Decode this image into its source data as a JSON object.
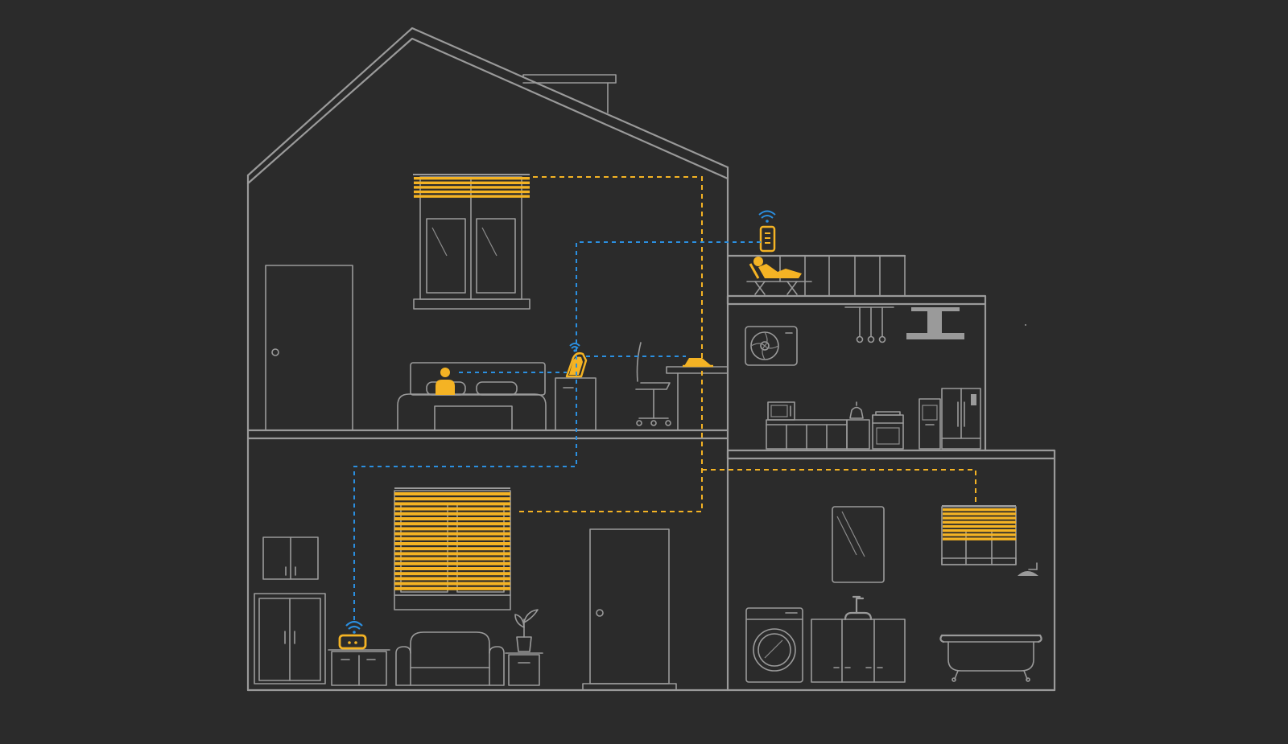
{
  "colors": {
    "background": "#2b2b2b",
    "line": "#9a9a9a",
    "accent_yellow": "#f4b324",
    "accent_blue": "#2b8fe0"
  },
  "devices": [
    {
      "icon": "smart-blind-icon",
      "room": "bedroom",
      "state": "closed"
    },
    {
      "icon": "smart-blind-icon",
      "room": "living-room",
      "state": "closed"
    },
    {
      "icon": "smart-blind-icon",
      "room": "bathroom",
      "state": "closed"
    },
    {
      "icon": "smart-speaker-icon",
      "room": "bedroom"
    },
    {
      "icon": "wifi-hub-icon",
      "room": "living-room"
    },
    {
      "icon": "smartphone-icon",
      "room": "terrace"
    },
    {
      "icon": "bridge-device-icon",
      "room": "bedroom"
    }
  ],
  "connections": {
    "wired": "accent_yellow",
    "wireless": "accent_blue"
  }
}
